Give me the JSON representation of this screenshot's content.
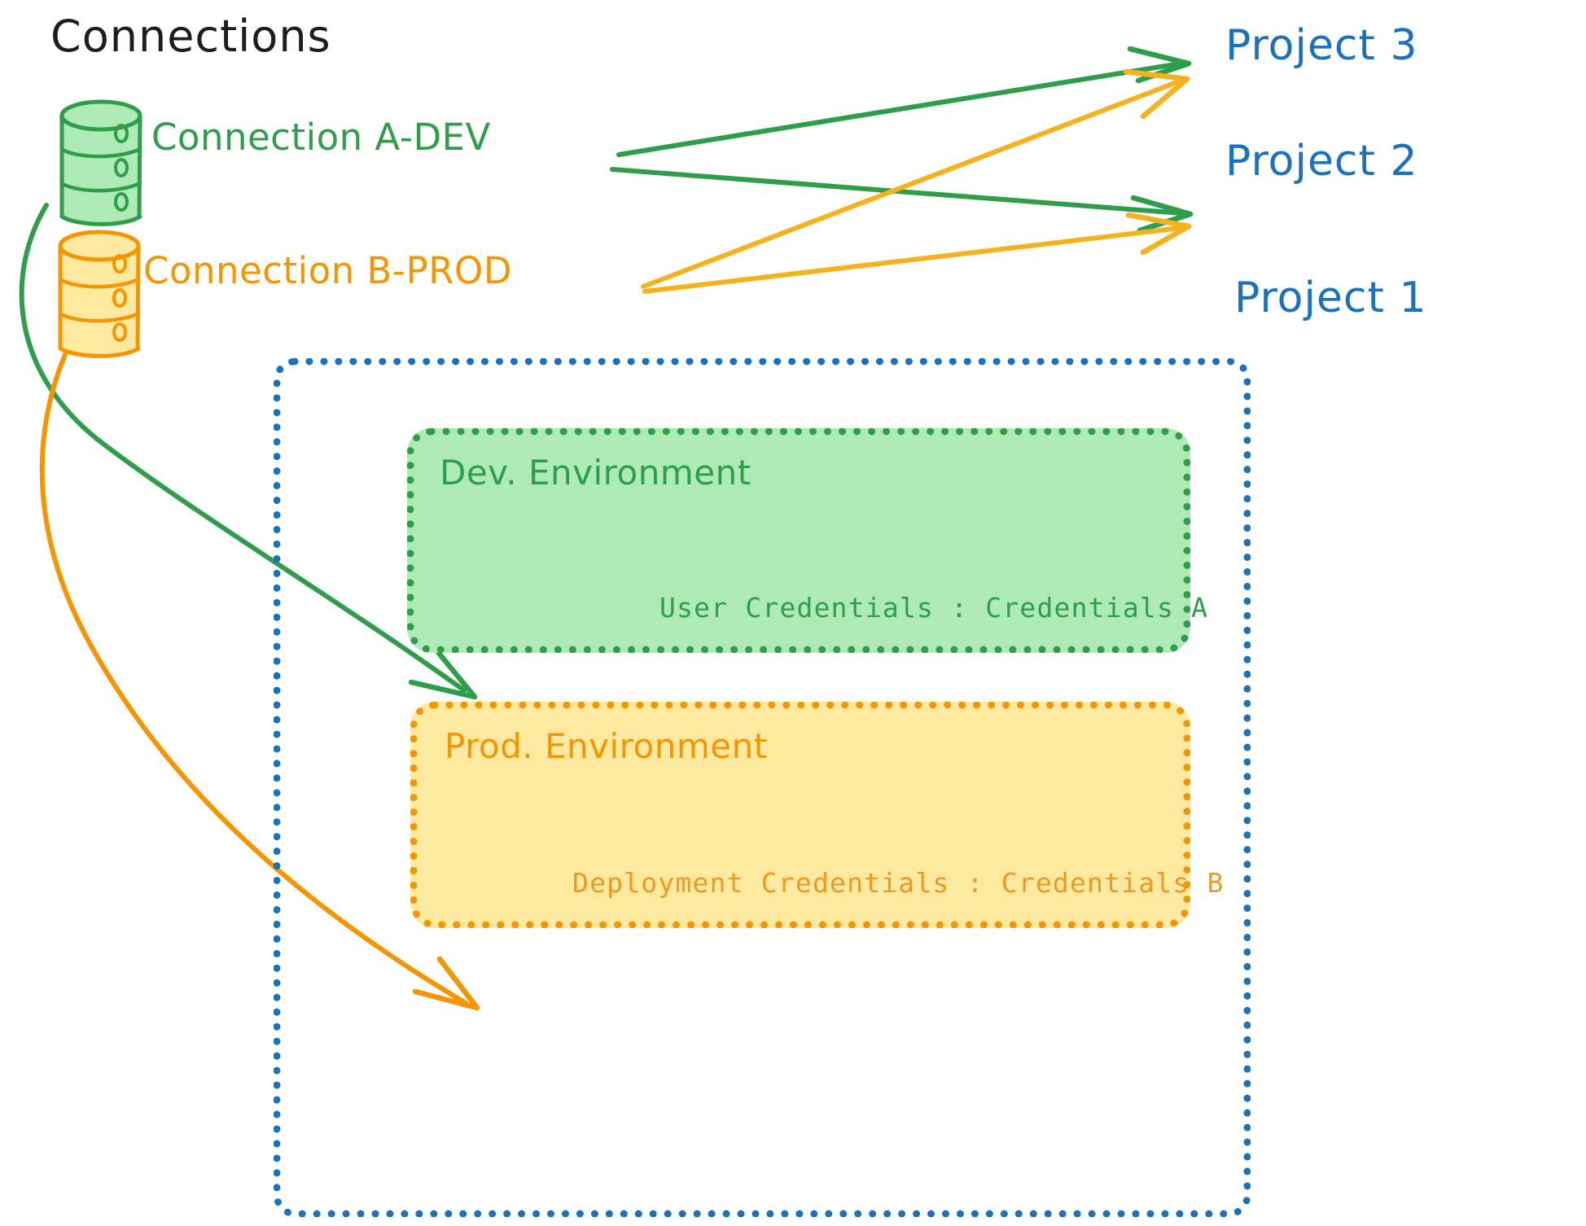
{
  "diagram": {
    "title": "Connections",
    "colors": {
      "title": "#1d1d1d",
      "dev_green": "#2e9e4b",
      "dev_green_fill": "#aeeab6",
      "prod_orange": "#f59500",
      "prod_yellow_fill": "#fdeaa0",
      "project_blue": "#1a72bd",
      "arrow_green": "#2e9e4b",
      "arrow_amber": "#f5b21c"
    }
  },
  "connections": [
    {
      "id": "connection-a-dev",
      "label": "Connection A-DEV",
      "icon": "database-cylinder-icon",
      "color": "#2e9e4b"
    },
    {
      "id": "connection-b-prod",
      "label": "Connection B-PROD",
      "icon": "database-cylinder-icon",
      "color": "#f59500"
    }
  ],
  "projects": [
    {
      "id": "project-3",
      "label": "Project 3"
    },
    {
      "id": "project-2",
      "label": "Project 2"
    },
    {
      "id": "project-1",
      "label": "Project 1"
    }
  ],
  "project1": {
    "environments": [
      {
        "id": "dev-environment",
        "title": "Dev. Environment",
        "credentials": "User Credentials : Credentials A",
        "color": "#2e9e4b",
        "fill": "#aeeab6"
      },
      {
        "id": "prod-environment",
        "title": "Prod. Environment",
        "credentials": "Deployment Credentials : Credentials B",
        "color": "#f59500",
        "fill": "#fdeaa0"
      }
    ]
  },
  "edges": [
    {
      "from": "connection-a-dev",
      "to": "project-3",
      "color": "#2e9e4b"
    },
    {
      "from": "connection-a-dev",
      "to": "project-2",
      "color": "#2e9e4b"
    },
    {
      "from": "connection-a-dev",
      "to": "dev-environment",
      "color": "#2e9e4b"
    },
    {
      "from": "connection-b-prod",
      "to": "project-3",
      "color": "#f5b21c"
    },
    {
      "from": "connection-b-prod",
      "to": "project-2",
      "color": "#f5b21c"
    },
    {
      "from": "connection-b-prod",
      "to": "prod-environment",
      "color": "#f59500"
    }
  ]
}
